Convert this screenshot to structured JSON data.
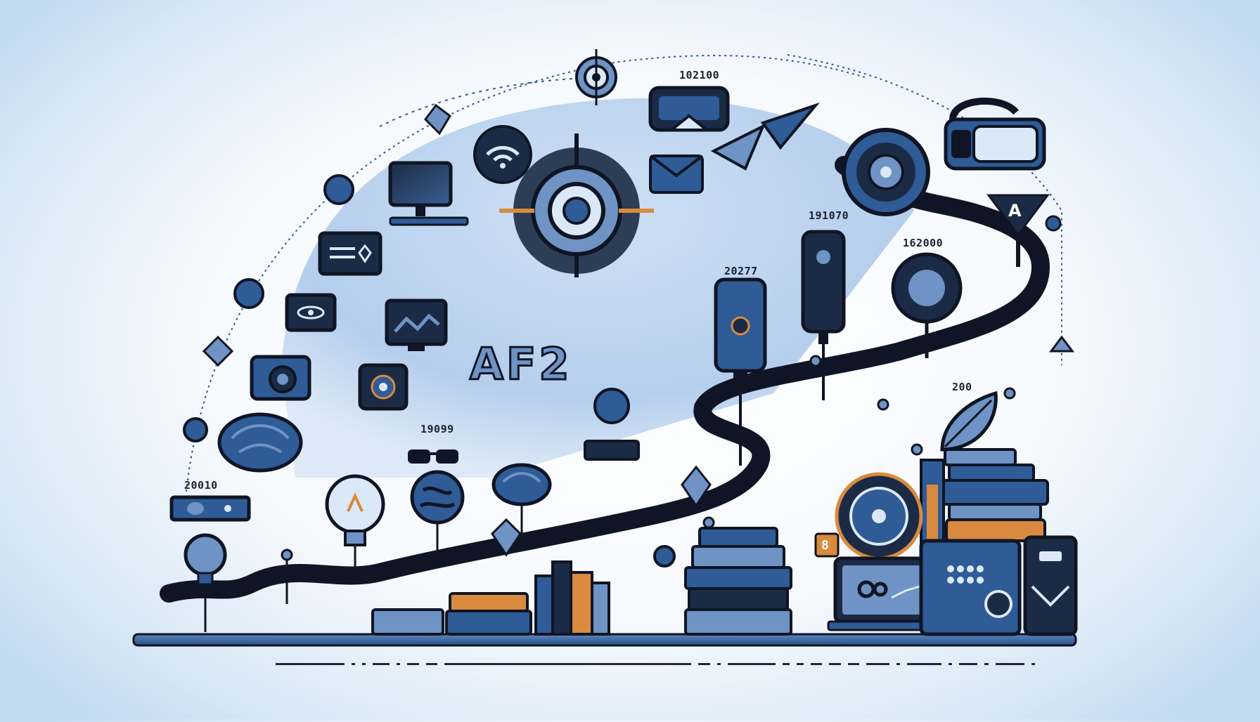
{
  "scene": {
    "title": "Technology timeline illustration",
    "palette": {
      "navy": "#0f1524",
      "blue": "#2f5b96",
      "mid_blue": "#6e93c4",
      "light_blue": "#b9d2ee",
      "pale_blue": "#dbe8f6",
      "orange": "#d98a3e",
      "white": "#ffffff"
    }
  },
  "labels": {
    "year_top": "102100",
    "year_phone_right": "191070",
    "year_phone_left": "20277",
    "year_globe": "162000",
    "year_middle": "19099",
    "year_left": "20010",
    "year_leaf": "200",
    "big_letters": "AF2",
    "badge_letter": "A",
    "book_badge": "8"
  },
  "footer": {
    "dashes": [
      120,
      6,
      6,
      30,
      6,
      20,
      20,
      430,
      20,
      6,
      84,
      12,
      12,
      20,
      20,
      20,
      40,
      6,
      60,
      6,
      32,
      8,
      50,
      6
    ]
  }
}
